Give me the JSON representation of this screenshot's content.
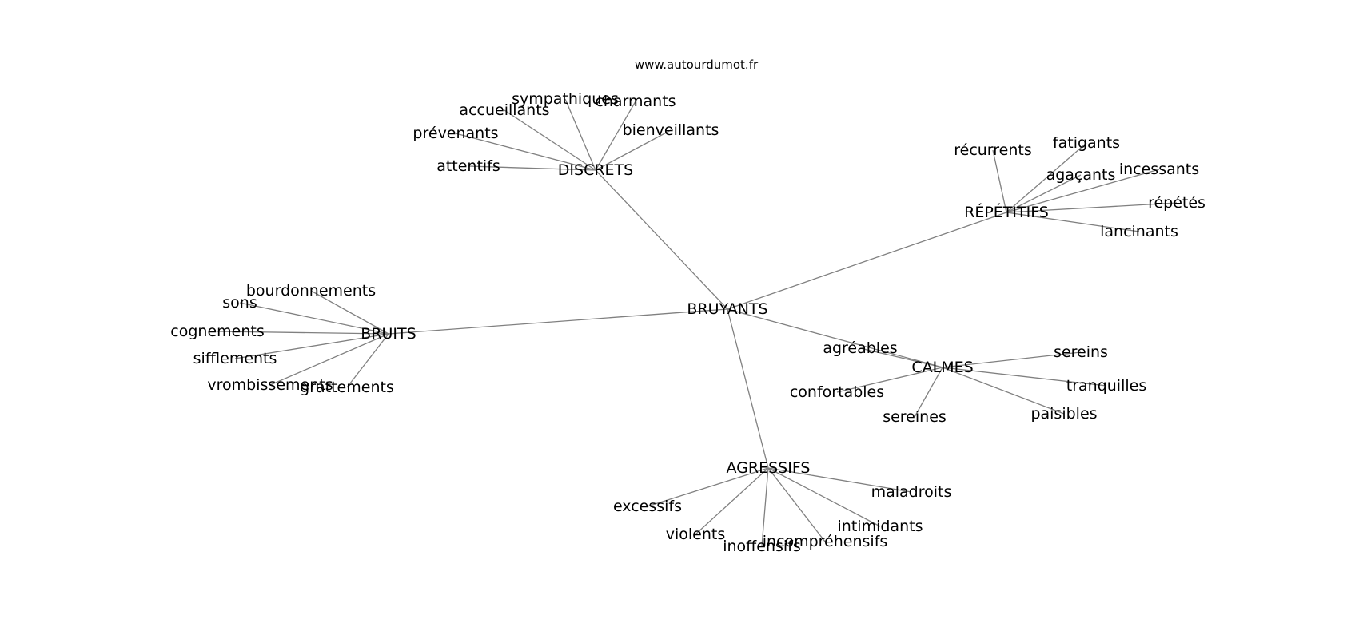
{
  "source": "www.autourdumot.fr",
  "colors": {
    "edge": "#808080",
    "text": "#000000",
    "background": "#ffffff"
  },
  "graph": {
    "root": "BRUYANTS",
    "groups": [
      {
        "label": "DISCRETS",
        "leaves": [
          "sympathiques",
          "charmants",
          "accueillants",
          "bienveillants",
          "prévenants",
          "attentifs"
        ]
      },
      {
        "label": "RÉPÉTITIFS",
        "leaves": [
          "récurrents",
          "fatigants",
          "agaçants",
          "incessants",
          "répétés",
          "lancinants"
        ]
      },
      {
        "label": "BRUITS",
        "leaves": [
          "bourdonnements",
          "sons",
          "cognements",
          "sifflements",
          "vrombissements",
          "grattements"
        ]
      },
      {
        "label": "CALMES",
        "leaves": [
          "agréables",
          "sereins",
          "tranquilles",
          "confortables",
          "paisibles",
          "sereines"
        ]
      },
      {
        "label": "AGRESSIFS",
        "leaves": [
          "maladroits",
          "excessifs",
          "intimidants",
          "violents",
          "incompréhensifs",
          "inoffensifs"
        ]
      }
    ]
  }
}
